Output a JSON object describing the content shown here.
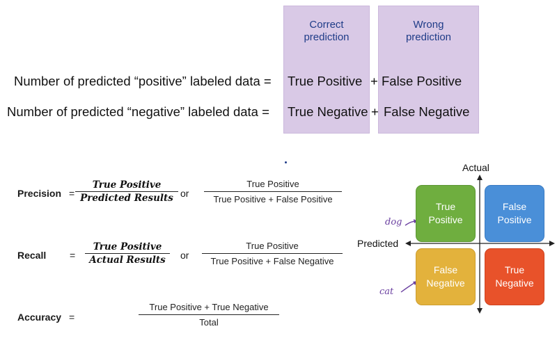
{
  "columns": {
    "correct": "Correct prediction",
    "wrong": "Wrong prediction"
  },
  "equations": {
    "positive": {
      "lhs": "Number of predicted “positive” labeled data =",
      "term1": "True Positive",
      "op": "+",
      "term2": "False Positive"
    },
    "negative": {
      "lhs": "Number of predicted “negative” labeled data =",
      "term1": "True Negative",
      "op": "+",
      "term2": "False Negative"
    }
  },
  "formulas": {
    "precision": {
      "label": "Precision",
      "eq": "=",
      "num_bold": "True Positive",
      "den_bold": "Predicted Results",
      "or": "or",
      "num_plain": "True Positive",
      "den_plain": "True Positive + False Positive"
    },
    "recall": {
      "label": "Recall",
      "eq": "=",
      "num_bold": "True Positive",
      "den_bold": "Actual Results",
      "or": "or",
      "num_plain": "True Positive",
      "den_plain": "True Positive + False Negative"
    },
    "accuracy": {
      "label": "Accuracy",
      "eq": "=",
      "num_plain": "True Positive + True Negative",
      "den_plain": "Total"
    }
  },
  "matrix": {
    "actual_label": "Actual",
    "predicted_label": "Predicted",
    "cells": {
      "tp": {
        "line1": "True",
        "line2": "Positive",
        "color": "#6fae3f"
      },
      "fp": {
        "line1": "False",
        "line2": "Positive",
        "color": "#4a8fd8"
      },
      "fn": {
        "line1": "False",
        "line2": "Negative",
        "color": "#e3b23c"
      },
      "tn": {
        "line1": "True",
        "line2": "Negative",
        "color": "#e8522a"
      }
    },
    "annotations": {
      "dog": "dog",
      "cat": "cat"
    }
  }
}
